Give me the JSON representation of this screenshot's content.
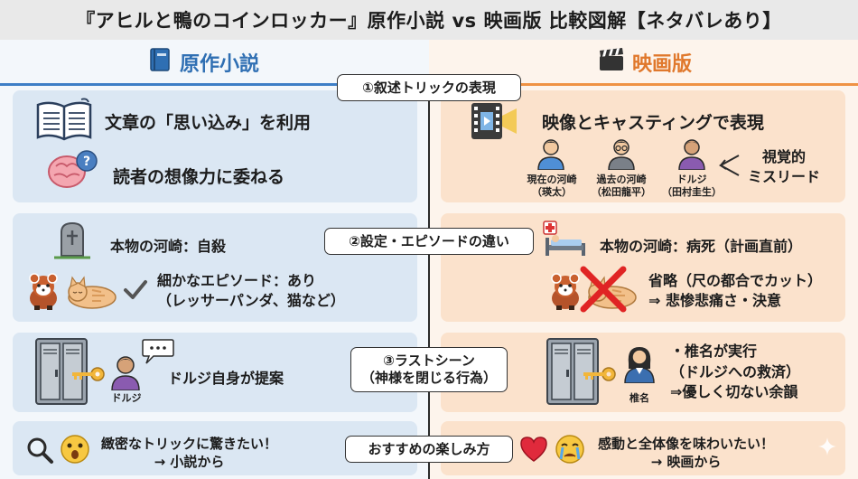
{
  "title": "『アヒルと鴨のコインロッカー』原作小説 vs 映画版 比較図解【ネタバレあり】",
  "columns": {
    "left": {
      "label": "原作小説",
      "icon": "book-icon",
      "color": "#2f6fb3"
    },
    "right": {
      "label": "映画版",
      "icon": "clapperboard-icon",
      "color": "#e0782c"
    }
  },
  "sections": {
    "trick": {
      "tag": "①叙述トリックの表現",
      "left_line1": "文章の「思い込み」を利用",
      "left_line2": "読者の想像力に委ねる",
      "right_title": "映像とキャスティングで表現",
      "figures": [
        {
          "line1": "現在の河崎",
          "line2": "（瑛太）"
        },
        {
          "line1": "過去の河崎",
          "line2": "（松田龍平）"
        },
        {
          "line1": "ドルジ",
          "line2": "（田村圭生）"
        }
      ],
      "misled_line1": "視覚的",
      "misled_line2": "ミスリード"
    },
    "setting": {
      "tag": "②設定・エピソードの違い",
      "left_line1": "本物の河崎：自殺",
      "left_line2": "細かなエピソード：あり",
      "left_line3": "（レッサーパンダ、猫など）",
      "right_line1": "本物の河崎：病死（計画直前）",
      "right_line2": "省略（尺の都合でカット）",
      "right_line3": "⇒ 悲惨悲痛さ・決意"
    },
    "last": {
      "tag_line1": "③ラストシーン",
      "tag_line2": "（神様を閉じる行為）",
      "left_line1": "ドルジ自身が提案",
      "left_figure": "ドルジ",
      "right_line1": "・椎名が実行",
      "right_line2": "（ドルジへの救済）",
      "right_line3": "⇒優しく切ない余韻",
      "right_figure": "椎名"
    },
    "recommend": {
      "tag": "おすすめの楽しみ方",
      "left_line1": "緻密なトリックに驚きたい！",
      "left_line2": "→ 小説から",
      "right_line1": "感動と全体像を味わいたい！",
      "right_line2": "→ 映画から"
    }
  }
}
